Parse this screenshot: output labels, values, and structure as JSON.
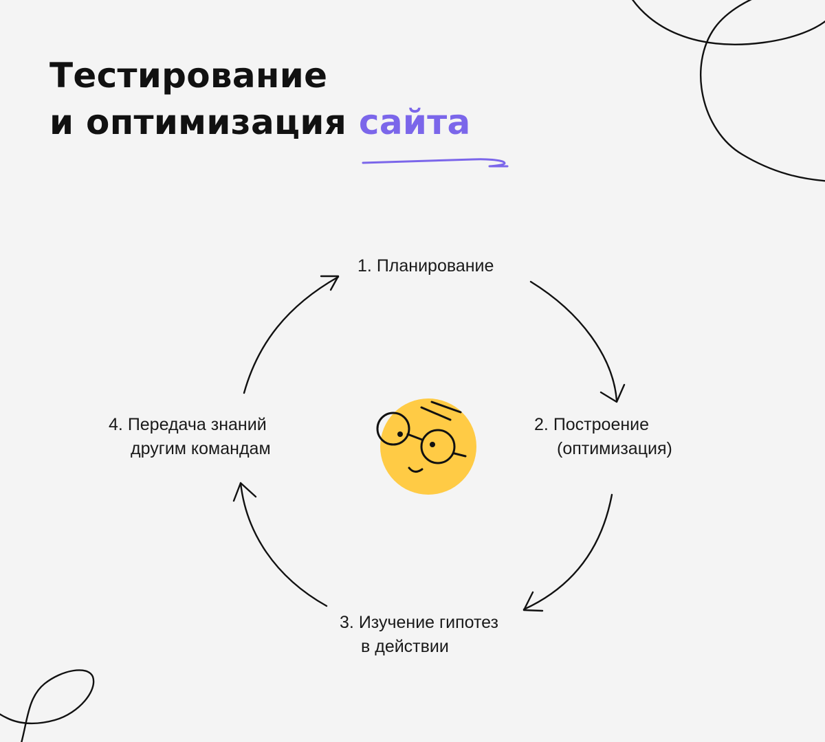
{
  "title": {
    "line1": "Тестирование",
    "line2_prefix": "и оптимизация",
    "line2_accent": "сайта"
  },
  "colors": {
    "background": "#f4f4f4",
    "accent": "#7b66ea",
    "text": "#111111",
    "face": "#ffcb45"
  },
  "cycle": {
    "steps": [
      {
        "number": "1.",
        "line1": "Планирование",
        "line2": ""
      },
      {
        "number": "2.",
        "line1": "Построение",
        "line2": "(оптимизация)"
      },
      {
        "number": "3.",
        "line1": "Изучение гипотез",
        "line2": "в действии"
      },
      {
        "number": "4.",
        "line1": "Передача знаний",
        "line2": "другим командам"
      }
    ]
  },
  "center_icon": "smiling-face-with-glasses-icon",
  "decorations": [
    "scribble-loop-top-right",
    "scribble-loop-bottom-left",
    "title-underline-squiggle"
  ]
}
